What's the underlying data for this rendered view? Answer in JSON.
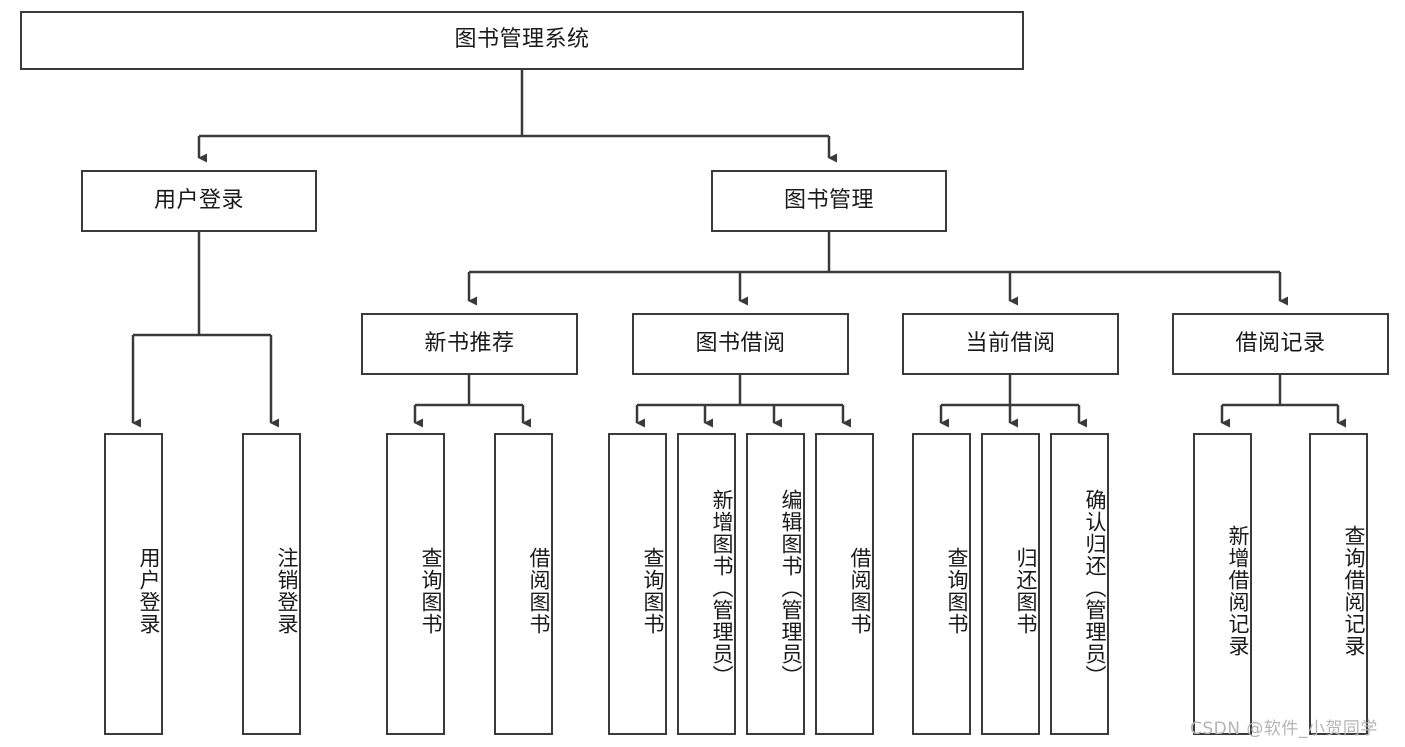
{
  "diagram": {
    "type": "tree-hierarchy",
    "title": "图书管理系统",
    "root": {
      "id": "root",
      "label": "图书管理系统",
      "orientation": "horizontal"
    },
    "level2": [
      {
        "id": "user-login",
        "label": "用户登录",
        "orientation": "horizontal"
      },
      {
        "id": "book-manage",
        "label": "图书管理",
        "orientation": "horizontal"
      }
    ],
    "level3": [
      {
        "id": "new-book-recommend",
        "label": "新书推荐",
        "orientation": "horizontal"
      },
      {
        "id": "book-borrow",
        "label": "图书借阅",
        "orientation": "horizontal"
      },
      {
        "id": "current-borrow",
        "label": "当前借阅",
        "orientation": "horizontal"
      },
      {
        "id": "borrow-record",
        "label": "借阅记录",
        "orientation": "horizontal"
      }
    ],
    "leaves": {
      "user_login": [
        {
          "id": "leaf-user-login",
          "label": "用户登录",
          "orientation": "vertical"
        },
        {
          "id": "leaf-logout-login",
          "label": "注销登录",
          "orientation": "vertical"
        }
      ],
      "new_book_recommend": [
        {
          "id": "leaf-query-book-1",
          "label": "查询图书",
          "orientation": "vertical"
        },
        {
          "id": "leaf-borrow-book-1",
          "label": "借阅图书",
          "orientation": "vertical"
        }
      ],
      "book_borrow": [
        {
          "id": "leaf-query-book-2",
          "label": "查询图书",
          "orientation": "vertical"
        },
        {
          "id": "leaf-add-book",
          "label": "新增图书（管理员）",
          "orientation": "vertical"
        },
        {
          "id": "leaf-edit-book",
          "label": "编辑图书（管理员）",
          "orientation": "vertical"
        },
        {
          "id": "leaf-borrow-book-2",
          "label": "借阅图书",
          "orientation": "vertical"
        }
      ],
      "current_borrow": [
        {
          "id": "leaf-query-book-3",
          "label": "查询图书",
          "orientation": "vertical"
        },
        {
          "id": "leaf-return-book",
          "label": "归还图书",
          "orientation": "vertical"
        },
        {
          "id": "leaf-confirm-return",
          "label": "确认归还（管理员）",
          "orientation": "vertical"
        }
      ],
      "borrow_record": [
        {
          "id": "leaf-add-record",
          "label": "新增借阅记录",
          "orientation": "vertical"
        },
        {
          "id": "leaf-query-record",
          "label": "查询借阅记录",
          "orientation": "vertical"
        }
      ]
    },
    "colors": {
      "border": "#3a3a3a",
      "background": "#ffffff",
      "text": "#1a1a1a",
      "edge": "#3a3a3a",
      "watermark": "#b4b4b4"
    }
  },
  "watermark": {
    "text": "CSDN @软件_小贺同学"
  }
}
